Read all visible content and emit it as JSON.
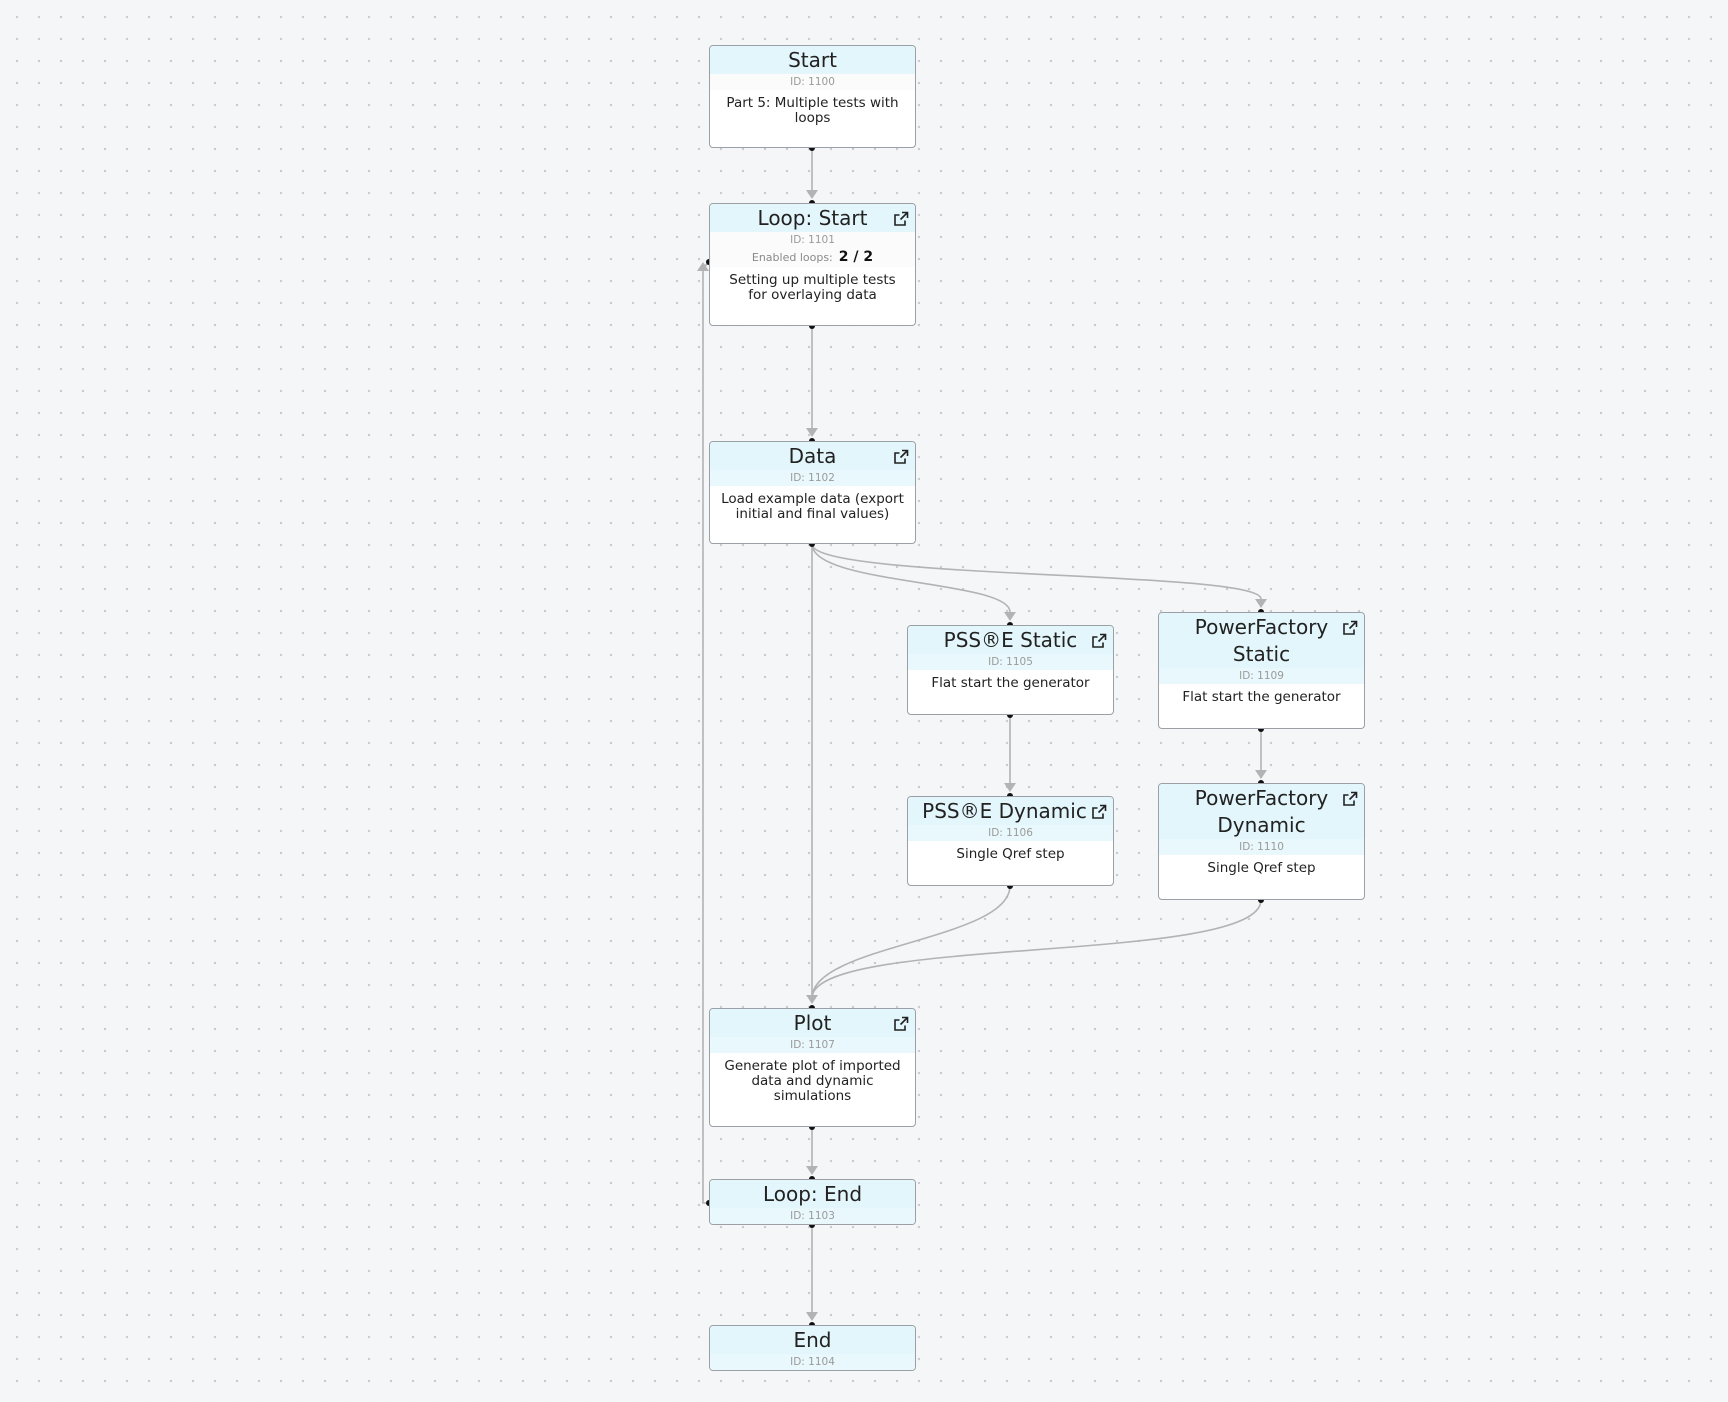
{
  "nodes": [
    {
      "key": "start",
      "title": "Start",
      "id_text": "ID: 1100",
      "description": "Part 5: Multiple tests with loops",
      "open_icon": false
    },
    {
      "key": "loop_start",
      "title": "Loop: Start",
      "id_text": "ID: 1101",
      "loops_label": "Enabled loops:",
      "loops_value": "2 / 2",
      "description": "Setting up multiple tests for overlaying data",
      "open_icon": true
    },
    {
      "key": "data",
      "title": "Data",
      "id_text": "ID: 1102",
      "description": "Load example data (export initial and final values)",
      "open_icon": true
    },
    {
      "key": "psse_static",
      "title": "PSS®E Static",
      "id_text": "ID: 1105",
      "description": "Flat start the generator",
      "open_icon": true
    },
    {
      "key": "pf_static",
      "title": "PowerFactory Static",
      "id_text": "ID: 1109",
      "description": "Flat start the generator",
      "open_icon": true
    },
    {
      "key": "psse_dynamic",
      "title": "PSS®E Dynamic",
      "id_text": "ID: 1106",
      "description": "Single Qref step",
      "open_icon": true
    },
    {
      "key": "pf_dynamic",
      "title": "PowerFactory Dynamic",
      "id_text": "ID: 1110",
      "description": "Single Qref step",
      "open_icon": true
    },
    {
      "key": "plot",
      "title": "Plot",
      "id_text": "ID: 1107",
      "description": "Generate plot of imported data and dynamic simulations",
      "open_icon": true
    },
    {
      "key": "loop_end",
      "title": "Loop: End",
      "id_text": "ID: 1103",
      "open_icon": false
    },
    {
      "key": "end",
      "title": "End",
      "id_text": "ID: 1104",
      "open_icon": false
    }
  ],
  "edges": [
    {
      "from": "start",
      "to": "loop_start"
    },
    {
      "from": "loop_start",
      "to": "data"
    },
    {
      "from": "data",
      "to": "psse_static"
    },
    {
      "from": "data",
      "to": "pf_static"
    },
    {
      "from": "data",
      "to": "plot"
    },
    {
      "from": "psse_static",
      "to": "psse_dynamic"
    },
    {
      "from": "pf_static",
      "to": "pf_dynamic"
    },
    {
      "from": "psse_dynamic",
      "to": "plot"
    },
    {
      "from": "pf_dynamic",
      "to": "plot"
    },
    {
      "from": "plot",
      "to": "loop_end"
    },
    {
      "from": "loop_end",
      "to": "loop_start",
      "type": "loop-back"
    },
    {
      "from": "loop_end",
      "to": "end"
    }
  ],
  "colors": {
    "header": "#e3f6fb",
    "edge": "#b3b3b3",
    "border": "#9aa0a6",
    "handle": "#111111",
    "canvas": "#f5f6f8"
  }
}
